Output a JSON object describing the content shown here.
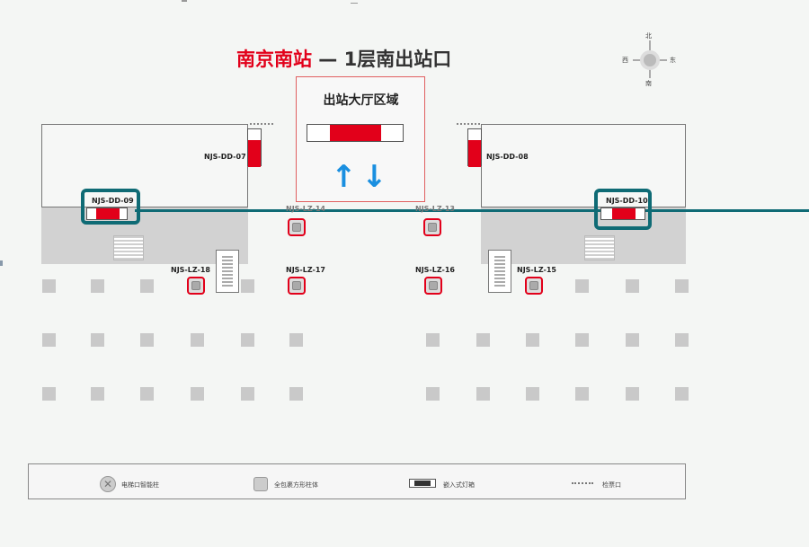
{
  "map": {
    "title_red": "南京南站",
    "title_rest": " — 1层南出站口",
    "hall_label": "出站大厅区域",
    "compass": {
      "n": "北",
      "s": "南",
      "w": "西",
      "e": "东"
    },
    "gates": {
      "dd07": "NJS-DD-07",
      "dd08": "NJS-DD-08",
      "dd09": "NJS-DD-09",
      "dd10": "NJS-DD-10"
    },
    "machines": {
      "lz14": "NJS-LZ-14",
      "lz13": "NJS-LZ-13",
      "lz18": "NJS-LZ-18",
      "lz17": "NJS-LZ-17",
      "lz16": "NJS-LZ-16",
      "lz15": "NJS-LZ-15"
    },
    "legend": {
      "item1": "电梯口智能柱",
      "item2": "全包裹方形柱体",
      "item3": "嵌入式灯箱",
      "item4": "检票口"
    },
    "colors": {
      "accent_red": "#e2001a",
      "highlight_teal": "#0f6b75",
      "arrow_blue": "#1a8fe0"
    }
  }
}
